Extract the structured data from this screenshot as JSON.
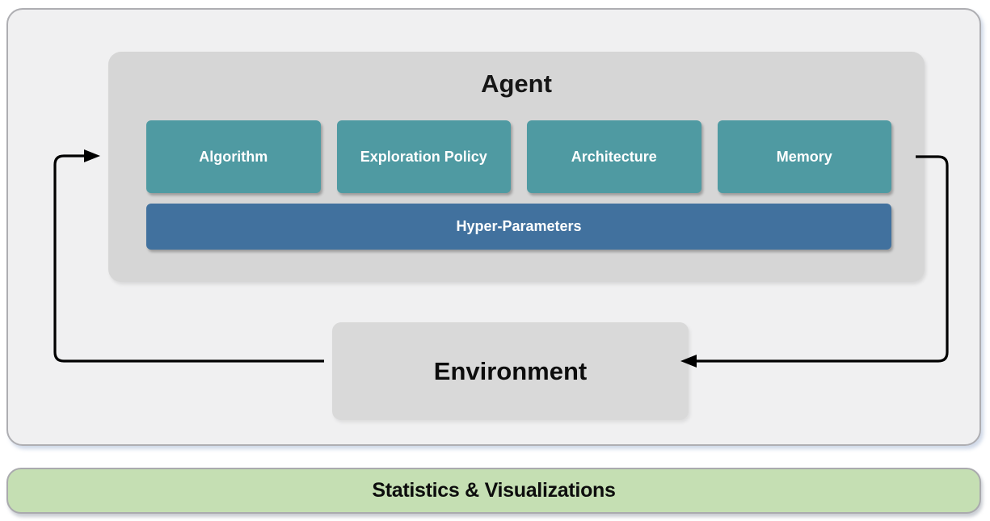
{
  "diagram": {
    "agent": {
      "title": "Agent",
      "components": [
        {
          "label": "Algorithm"
        },
        {
          "label": "Exploration Policy"
        },
        {
          "label": "Architecture"
        },
        {
          "label": "Memory"
        }
      ],
      "hyper_parameters_label": "Hyper-Parameters"
    },
    "environment": {
      "label": "Environment"
    },
    "footer": {
      "label": "Statistics & Visualizations"
    },
    "colors": {
      "component_teal": "#4f9aa2",
      "hyper_params_blue": "#41719e",
      "panel_gray": "#d6d6d6",
      "environment_gray": "#d9d9d9",
      "footer_green": "#c5dfb3",
      "arrow_black": "#000000"
    }
  }
}
